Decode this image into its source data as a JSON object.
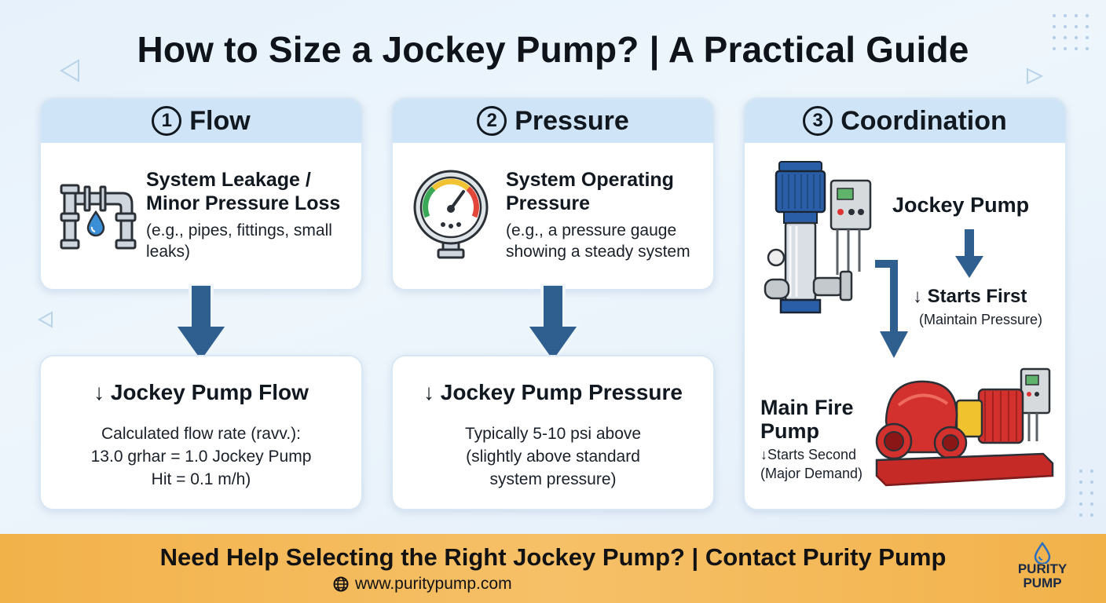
{
  "title": "How to Size a Jockey Pump? | A Practical Guide",
  "colors": {
    "header_bg": "#cfe4f6",
    "arrow": "#2f5f8f",
    "footer": "#f4b659",
    "pump_blue": "#2a5fa8",
    "pump_red": "#d2312e"
  },
  "columns": [
    {
      "number": "1",
      "heading": "Flow",
      "icon": "pipe-leak-icon",
      "subtitle": "System Leakage / Minor Pressure Loss",
      "note": "(e.g., pipes, fittings, small leaks)",
      "result_title": "↓ Jockey Pump Flow",
      "result_lines": [
        "Calculated flow rate (ravv.):",
        "13.0 grhar = 1.0 Jockey Pump",
        "Hit = 0.1 m/h)"
      ]
    },
    {
      "number": "2",
      "heading": "Pressure",
      "icon": "pressure-gauge-icon",
      "subtitle": "System Operating Pressure",
      "note": "(e.g., a pressure gauge showing a steady system",
      "result_title": "↓ Jockey Pump Pressure",
      "result_lines": [
        "Typically 5-10 psi above",
        "(slightly above standard",
        "system pressure)"
      ]
    },
    {
      "number": "3",
      "heading": "Coordination",
      "jockey_label": "Jockey Pump",
      "jockey_starts": "↓ Starts First",
      "jockey_note": "(Maintain Pressure)",
      "main_label": "Main Fire Pump",
      "main_starts": "↓Starts Second",
      "main_note": "(Major Demand)"
    }
  ],
  "footer": {
    "cta": "Need Help Selecting the Right Jockey Pump? | Contact Purity Pump",
    "website": "www.puritypump.com",
    "logo": "PURITY PUMP"
  }
}
